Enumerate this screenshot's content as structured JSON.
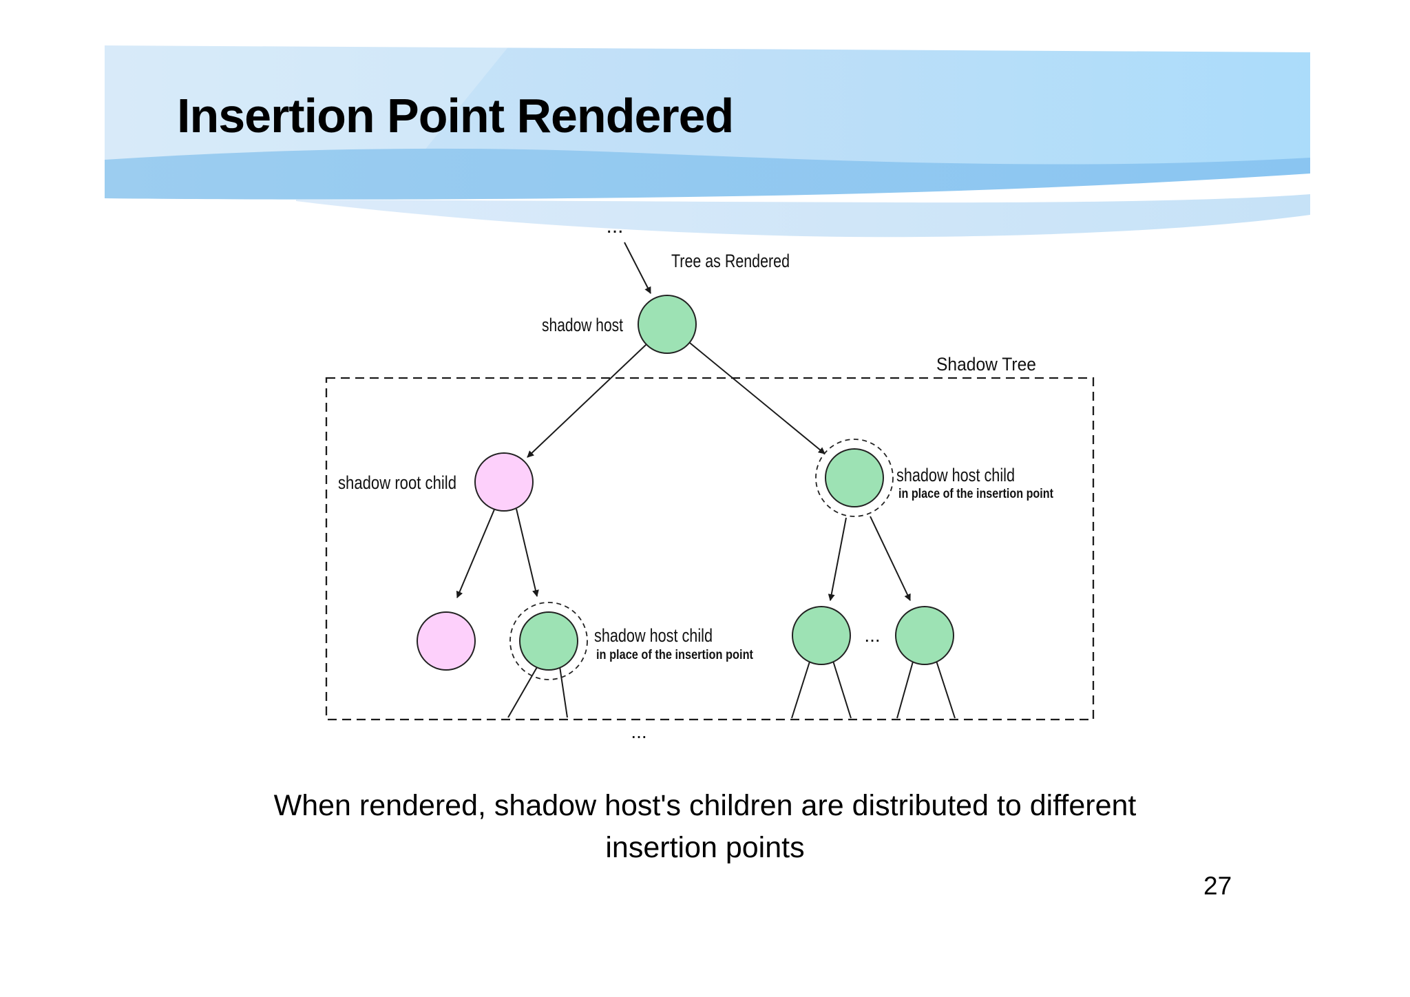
{
  "slide": {
    "title": "Insertion Point Rendered",
    "caption": {
      "line1": "When rendered, shadow host's children are distributed to different",
      "line2": "insertion points"
    },
    "page_number": "27"
  },
  "diagram": {
    "ellipsis_top": "...",
    "tree_as_rendered_label": "Tree as Rendered",
    "shadow_host_label": "shadow host",
    "shadow_tree_label": "Shadow Tree",
    "shadow_root_child_label": "shadow root child",
    "insertion_right": {
      "label": "shadow host child",
      "sublabel": "in place of the insertion point"
    },
    "insertion_left": {
      "label": "shadow host child",
      "sublabel": "in place of the insertion point"
    },
    "ellipsis_between": "...",
    "ellipsis_bottom": "...",
    "colors": {
      "host_node_fill": "#9de2b4",
      "shadow_node_fill": "#fdd0fb",
      "line_color": "#1a1a1a"
    }
  }
}
